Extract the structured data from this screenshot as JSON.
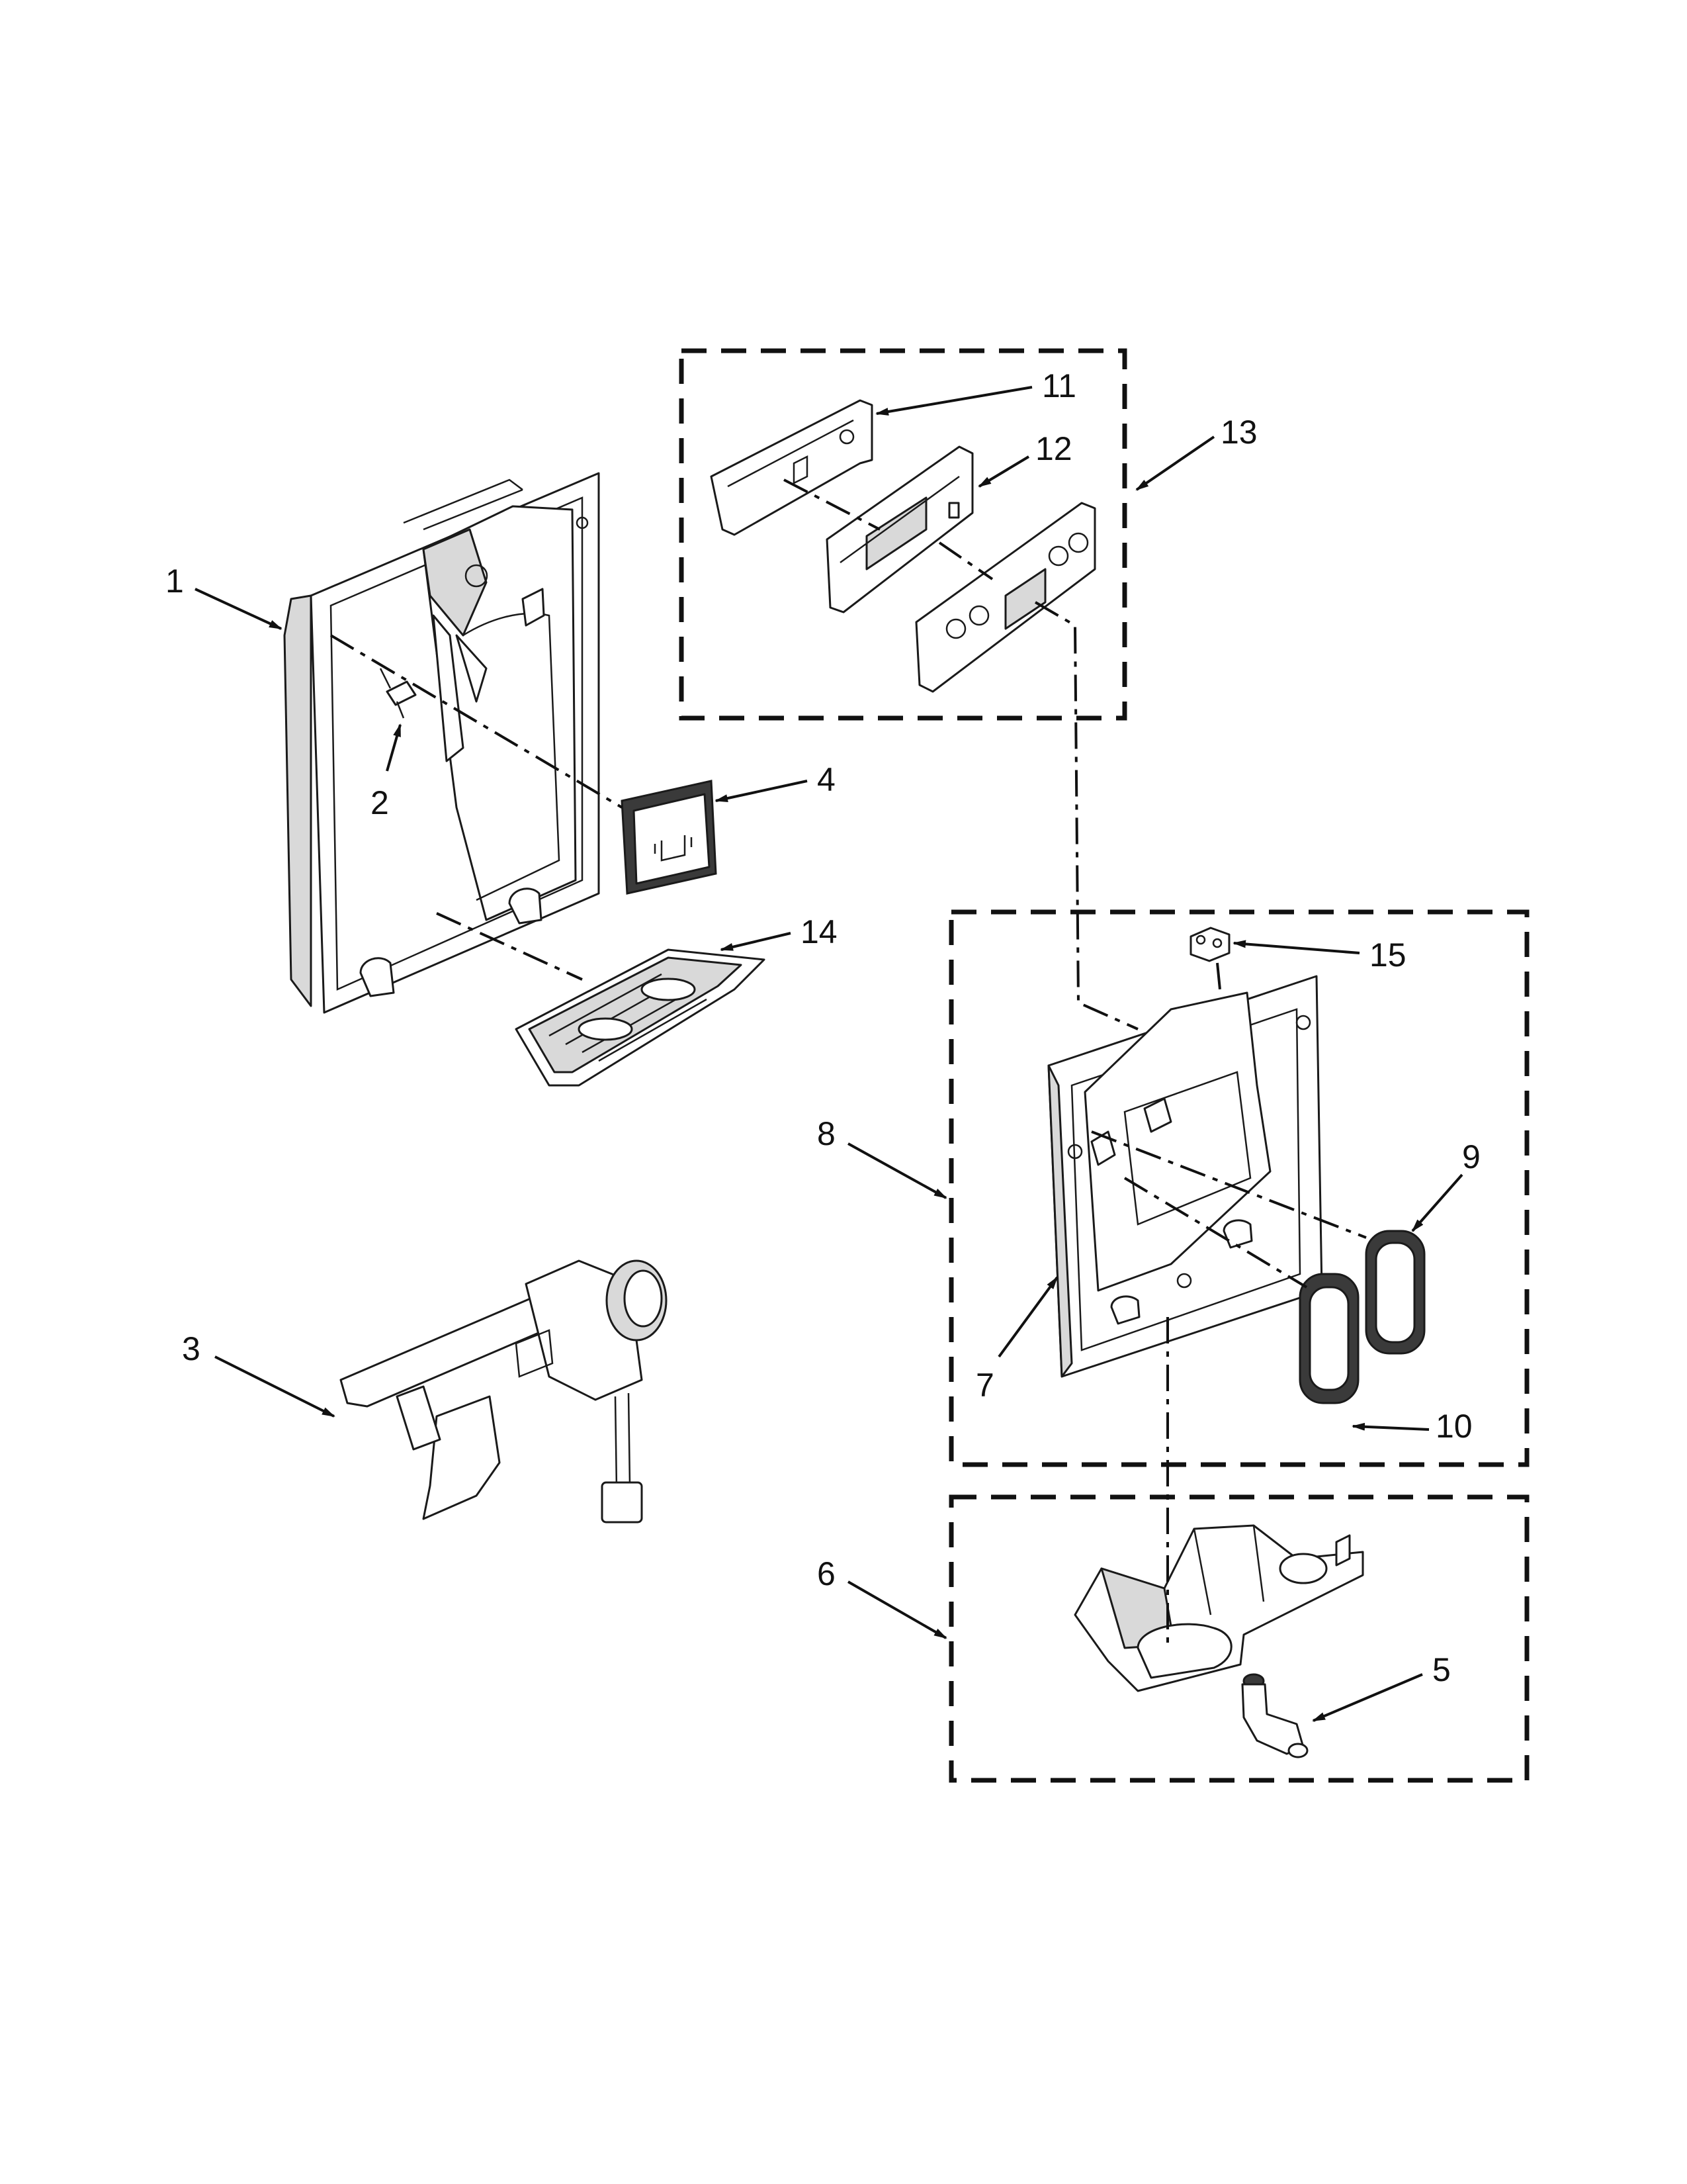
{
  "callouts": [
    {
      "id": "1",
      "label": "1"
    },
    {
      "id": "2",
      "label": "2"
    },
    {
      "id": "3",
      "label": "3"
    },
    {
      "id": "4",
      "label": "4"
    },
    {
      "id": "5",
      "label": "5"
    },
    {
      "id": "6",
      "label": "6"
    },
    {
      "id": "7",
      "label": "7"
    },
    {
      "id": "8",
      "label": "8"
    },
    {
      "id": "9",
      "label": "9"
    },
    {
      "id": "10",
      "label": "10"
    },
    {
      "id": "11",
      "label": "11"
    },
    {
      "id": "12",
      "label": "12"
    },
    {
      "id": "13",
      "label": "13"
    },
    {
      "id": "14",
      "label": "14"
    },
    {
      "id": "15",
      "label": "15"
    }
  ],
  "colors": {
    "line": "#1a1a1a",
    "shade": "#d9d9d9",
    "background": "#ffffff"
  }
}
